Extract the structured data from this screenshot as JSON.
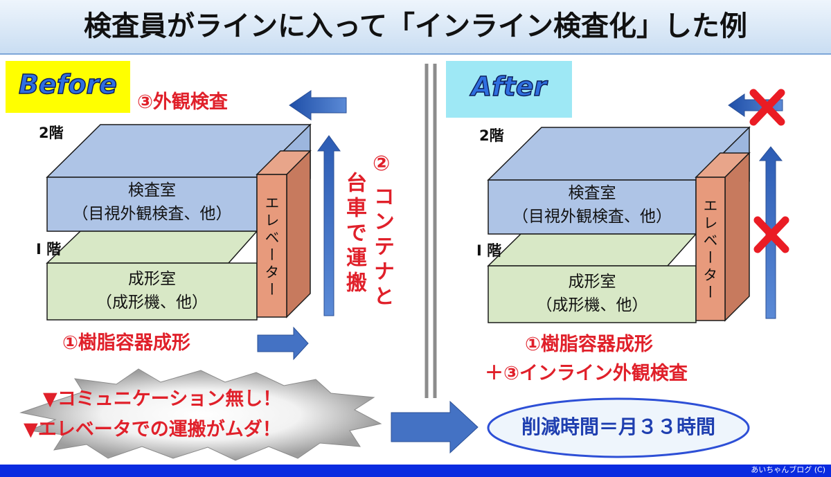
{
  "title": "検査員がラインに入って「インライン検査化」した例",
  "before": {
    "badge": "Before",
    "floor2": "2階",
    "floor1": "I 階",
    "inspection_room": {
      "name": "検査室",
      "detail": "（目視外観検査、他）"
    },
    "molding_room": {
      "name": "成形室",
      "detail": "（成形機、他）"
    },
    "elevator": "エレベーター",
    "step1": "①樹脂容器成形",
    "step2_num": "②",
    "step2_col1": "コンテナと",
    "step2_col2": "台車で運搬",
    "step3": "③外観検査",
    "problem1": "▼コミュニケーション無し！",
    "problem2": "▼エレベータでの運搬がムダ！"
  },
  "after": {
    "badge": "After",
    "floor2": "2階",
    "floor1": "I 階",
    "inspection_room": {
      "name": "検査室",
      "detail": "（目視外観検査、他）"
    },
    "molding_room": {
      "name": "成形室",
      "detail": "（成形機、他）"
    },
    "elevator": "エレベーター",
    "step1": "①樹脂容器成形",
    "step2": "＋③インライン外観検査",
    "result": "削減時間＝月３３時間"
  },
  "footer": {
    "credit": "あいちゃんブログ (C)"
  },
  "colors": {
    "title_bar": "#dbe9f7",
    "accent_blue": "#4472c4",
    "red_text": "#e0202a",
    "inspection_room": "#aec4e6",
    "molding_room": "#d8e8c6",
    "elevator": "#e79a7c",
    "before_badge_bg": "#ffff00",
    "after_badge_bg": "#9ee8f5",
    "footer_bar": "#0a2be0"
  },
  "icons": [
    "arrow-left-icon",
    "arrow-up-icon",
    "arrow-right-icon",
    "cross-icon",
    "burst-icon"
  ]
}
